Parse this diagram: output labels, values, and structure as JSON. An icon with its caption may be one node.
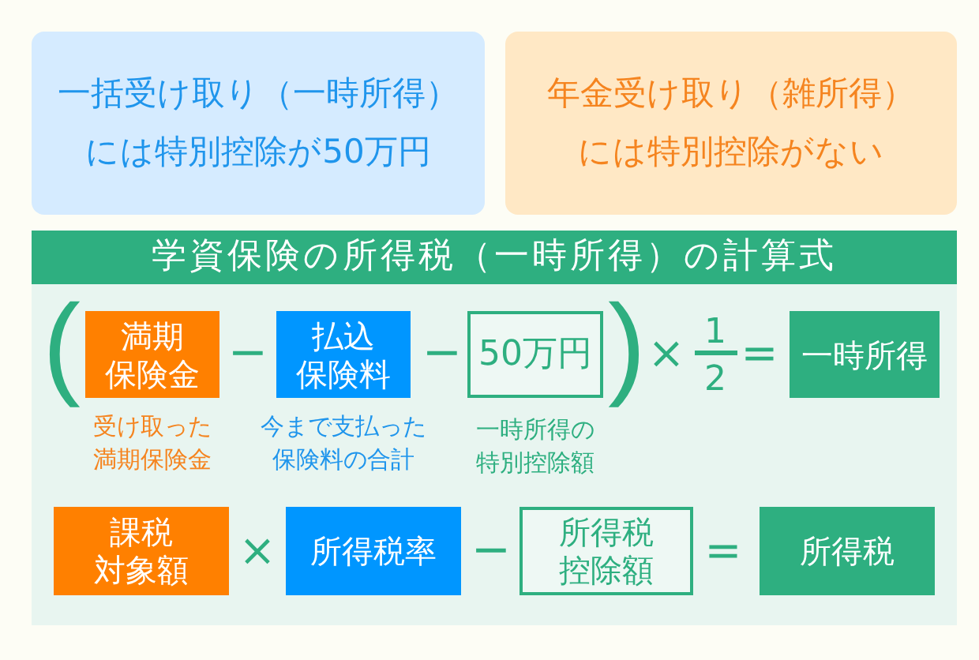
{
  "diagram": {
    "nodes": [
      {
        "text": [
          "一括受け取り（一時所得）には特別控除が50万円"
        ]
      },
      {
        "text": [
          "年金受け取り（雑所得）には特別控除がない"
        ]
      },
      {
        "text": [
          "学資保険の所得税（一時所得）の計算式"
        ]
      },
      {
        "text": [
          "満期保険金"
        ],
        "in": 2,
        "beside": [
          "受け取った満期保険金"
        ]
      },
      {
        "text": [
          "払込保険料"
        ],
        "in": 2,
        "beside": [
          "今まで支払った保険料の合計"
        ]
      },
      {
        "text": [
          "50万円"
        ],
        "in": 2,
        "beside": [
          "一時所得の特別控除額"
        ]
      },
      {
        "text": [
          "一時所得"
        ],
        "in": 2
      },
      {
        "text": [
          "課税対象額"
        ],
        "in": 2
      },
      {
        "text": [
          "所得税率"
        ],
        "in": 2
      },
      {
        "text": [
          "所得税控除額"
        ],
        "in": 2
      },
      {
        "text": [
          "所得税"
        ],
        "in": 2
      }
    ],
    "labels": [
      "(",
      "−",
      "−",
      ")",
      "×",
      "1",
      "2",
      "=",
      "×",
      "−",
      "="
    ]
  }
}
